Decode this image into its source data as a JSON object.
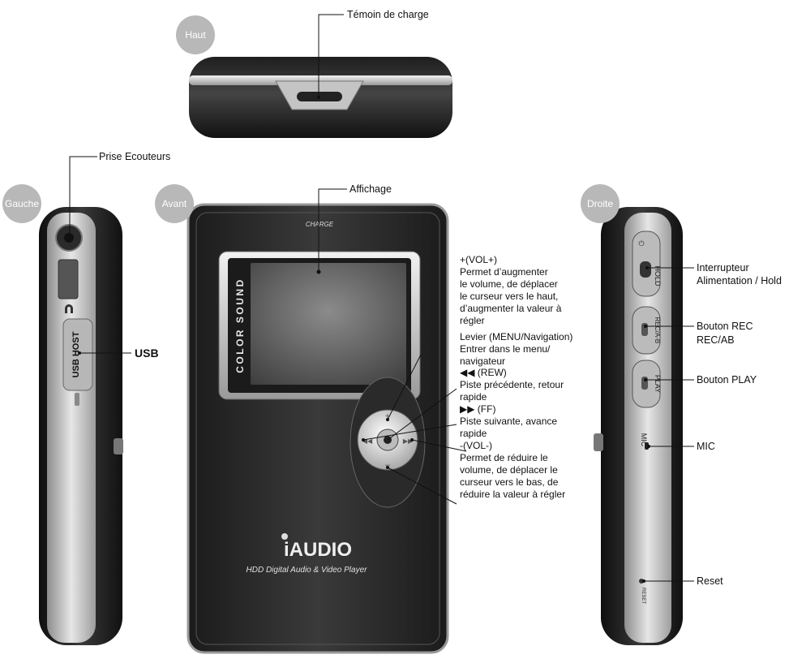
{
  "views": {
    "top": "Haut",
    "left": "Gauche",
    "front": "Avant",
    "right": "Droite"
  },
  "labels": {
    "charge_led": "Témoin de charge",
    "earphone_jack": "Prise Ecouteurs",
    "usb": "USB",
    "display": "Affichage",
    "power_hold": [
      "Interrupteur",
      "Alimentation / Hold"
    ],
    "rec_button": [
      "Bouton REC",
      "REC/AB"
    ],
    "play_button": "Bouton PLAY",
    "mic": "MIC",
    "reset": "Reset"
  },
  "descriptions": {
    "vol_up": [
      "+(VOL+)",
      "Permet d’augmenter",
      "le volume, de déplacer",
      "le curseur vers le haut,",
      "d’augmenter la valeur  à",
      "régler"
    ],
    "lever": [
      "Levier (MENU/Navigation)",
      "Entrer dans le menu/",
      "navigateur"
    ],
    "rew": [
      "◀◀   (REW)",
      "Piste précédente, retour",
      "rapide"
    ],
    "ff": [
      "▶▶   (FF)",
      "Piste suivante, avance",
      "rapide"
    ],
    "vol_down": [
      "-(VOL-)",
      "Permet de réduire le",
      "volume, de déplacer le",
      "curseur vers le bas, de",
      "réduire la valeur à régler"
    ]
  },
  "device_text": {
    "charge": "CHARGE",
    "color_sound": "COLOR SOUND",
    "brand": "iAUDIO",
    "tagline": "HDD Digital Audio & Video Player",
    "usb_host": "USB HOST",
    "hold": "HOLD",
    "rec": "REC/A-B",
    "play": "PLAY",
    "mic": "MIC",
    "reset": "RESET"
  },
  "colors": {
    "body_dark": "#2a2a2a",
    "silver": "#c9c9c9",
    "badge": "#b8b8b8"
  }
}
